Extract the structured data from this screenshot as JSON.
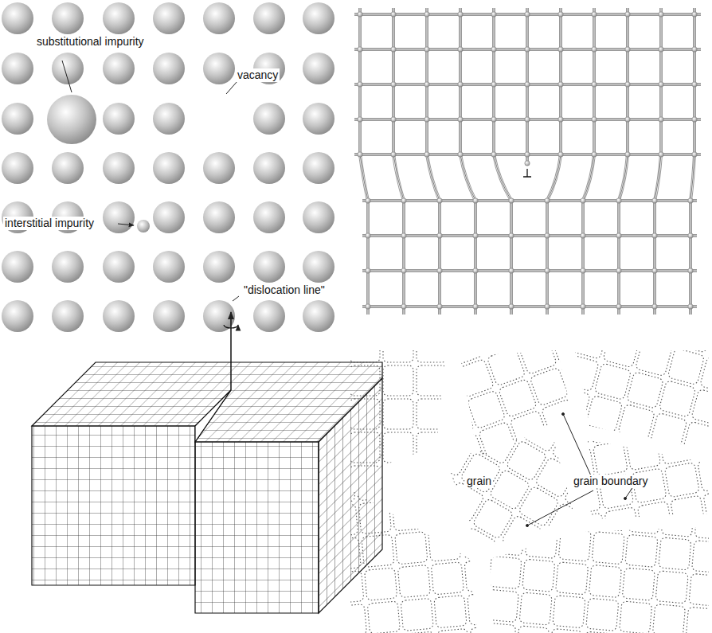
{
  "diagram": {
    "labels": [
      "substitutional impurity",
      "vacancy",
      "interstitial impurity",
      "\"dislocation line\"",
      "grain",
      "grain boundary"
    ]
  }
}
